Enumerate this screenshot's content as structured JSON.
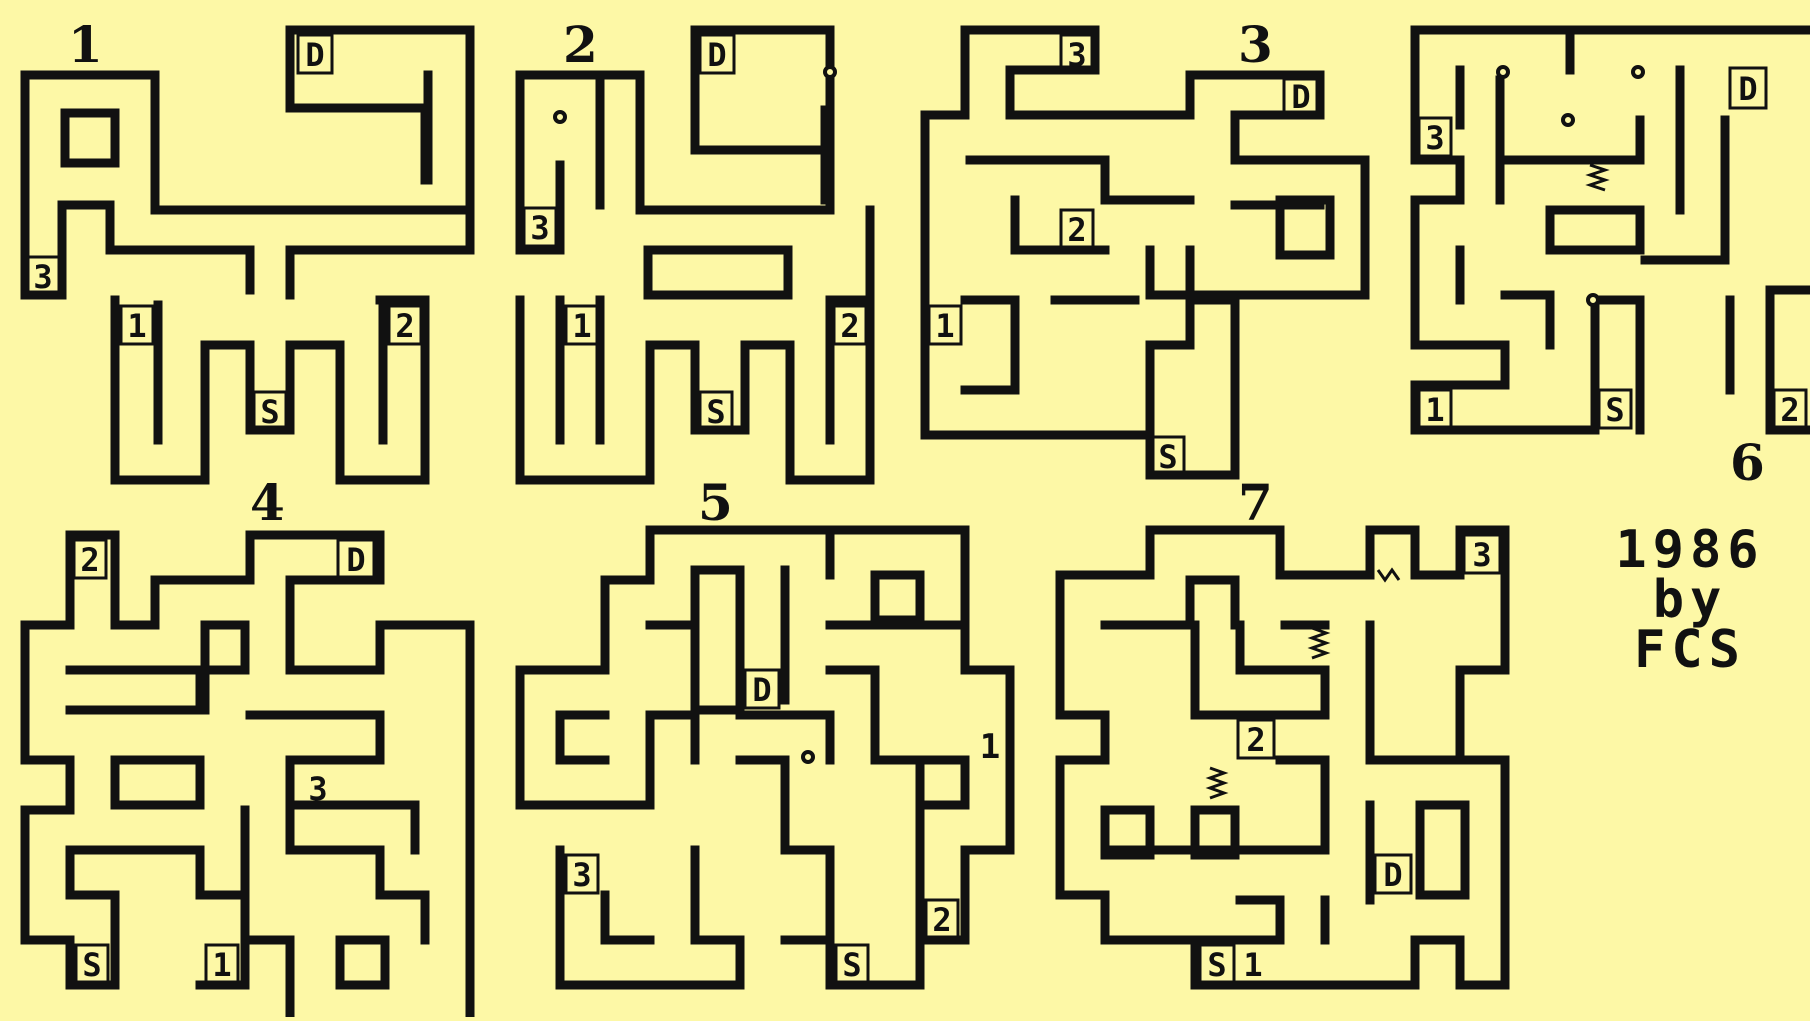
{
  "maps": [
    {
      "number": "1",
      "markers": [
        "D",
        "3",
        "1",
        "2",
        "S"
      ]
    },
    {
      "number": "2",
      "markers": [
        "D",
        "3",
        "1",
        "S",
        "2"
      ]
    },
    {
      "number": "3",
      "markers": [
        "3",
        "D",
        "2",
        "1",
        "S"
      ]
    },
    {
      "number": "4",
      "markers": [
        "2",
        "D",
        "3",
        "S",
        "1"
      ]
    },
    {
      "number": "5",
      "markers": [
        "D",
        "1",
        "3",
        "2",
        "S"
      ]
    },
    {
      "number": "6",
      "markers": [
        "D",
        "3",
        "1",
        "S",
        "2"
      ]
    },
    {
      "number": "7",
      "markers": [
        "3",
        "2",
        "D",
        "S",
        "1"
      ]
    }
  ],
  "credit": {
    "year": "1986",
    "by": "by",
    "author": "FCS"
  },
  "colors": {
    "paper": "#fdf8a6",
    "ink": "#111111"
  }
}
